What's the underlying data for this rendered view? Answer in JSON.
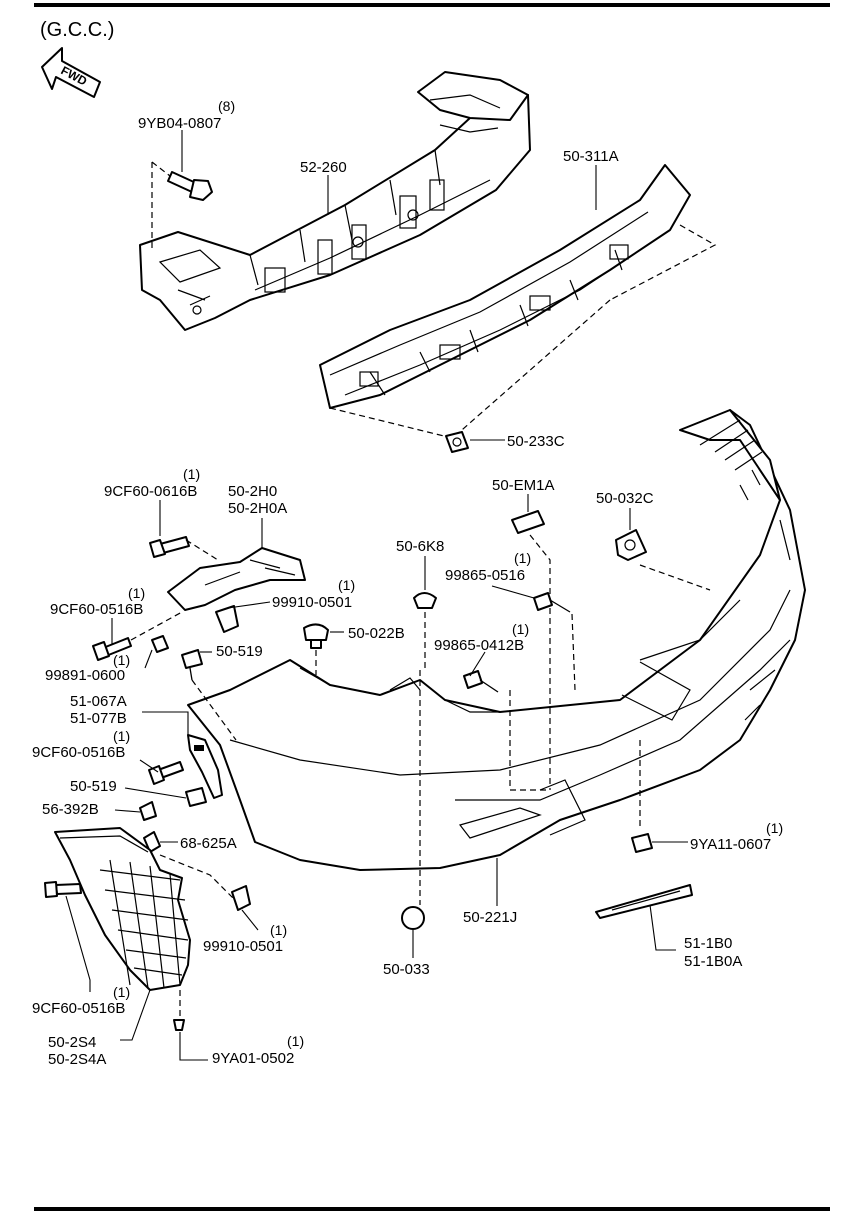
{
  "region_label": "(G.C.C.)",
  "fwd_label": "FWD",
  "callouts": [
    {
      "id": "c01",
      "part": "9YB04-0807",
      "qty": "(8)"
    },
    {
      "id": "c02",
      "part": "52-260",
      "qty": ""
    },
    {
      "id": "c03",
      "part": "50-311A",
      "qty": ""
    },
    {
      "id": "c04",
      "part": "50-233C",
      "qty": ""
    },
    {
      "id": "c05",
      "part": "9CF60-0616B",
      "qty": "(1)"
    },
    {
      "id": "c06",
      "part": "50-2H0",
      "qty": ""
    },
    {
      "id": "c07",
      "part": "50-2H0A",
      "qty": ""
    },
    {
      "id": "c08",
      "part": "50-EM1A",
      "qty": ""
    },
    {
      "id": "c09",
      "part": "50-032C",
      "qty": ""
    },
    {
      "id": "c10",
      "part": "50-6K8",
      "qty": ""
    },
    {
      "id": "c11",
      "part": "99865-0516",
      "qty": "(1)"
    },
    {
      "id": "c12",
      "part": "9CF60-0516B",
      "qty": "(1)"
    },
    {
      "id": "c13",
      "part": "99910-0501",
      "qty": "(1)"
    },
    {
      "id": "c14",
      "part": "50-022B",
      "qty": ""
    },
    {
      "id": "c15",
      "part": "99865-0412B",
      "qty": "(1)"
    },
    {
      "id": "c16",
      "part": "99891-0600",
      "qty": "(1)"
    },
    {
      "id": "c17",
      "part": "50-519",
      "qty": ""
    },
    {
      "id": "c18",
      "part": "51-067A",
      "qty": ""
    },
    {
      "id": "c19",
      "part": "51-077B",
      "qty": ""
    },
    {
      "id": "c20",
      "part": "9CF60-0516B",
      "qty": "(1)"
    },
    {
      "id": "c21",
      "part": "50-519",
      "qty": ""
    },
    {
      "id": "c22",
      "part": "56-392B",
      "qty": ""
    },
    {
      "id": "c23",
      "part": "68-625A",
      "qty": ""
    },
    {
      "id": "c24",
      "part": "9YA11-0607",
      "qty": "(1)"
    },
    {
      "id": "c25",
      "part": "99910-0501",
      "qty": "(1)"
    },
    {
      "id": "c26",
      "part": "50-221J",
      "qty": ""
    },
    {
      "id": "c27",
      "part": "50-033",
      "qty": ""
    },
    {
      "id": "c28",
      "part": "51-1B0",
      "qty": ""
    },
    {
      "id": "c29",
      "part": "51-1B0A",
      "qty": ""
    },
    {
      "id": "c30",
      "part": "9CF60-0516B",
      "qty": "(1)"
    },
    {
      "id": "c31",
      "part": "50-2S4",
      "qty": ""
    },
    {
      "id": "c32",
      "part": "50-2S4A",
      "qty": ""
    },
    {
      "id": "c33",
      "part": "9YA01-0502",
      "qty": "(1)"
    }
  ]
}
